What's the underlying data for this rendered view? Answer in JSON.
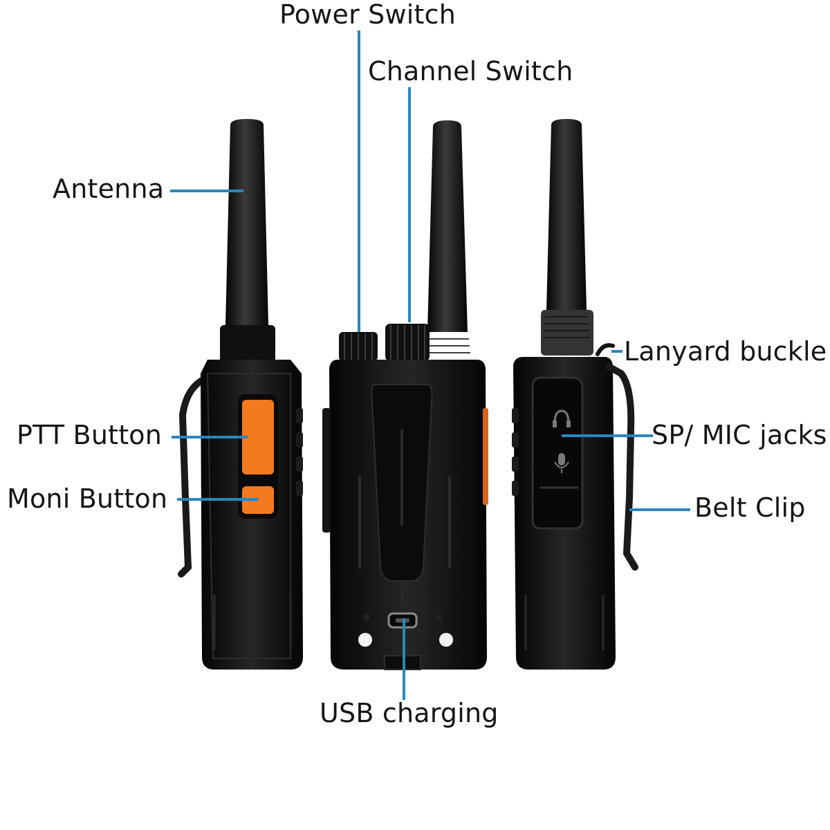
{
  "labels": {
    "power_switch": "Power Switch",
    "channel_switch": "Channel Switch",
    "antenna": "Antenna",
    "lanyard_buckle": "Lanyard buckle",
    "ptt_button": "PTT Button",
    "sp_mic_jacks": "SP/ MIC jacks",
    "moni_button": "Moni Button",
    "belt_clip": "Belt Clip",
    "usb_charging": "USB charging"
  },
  "colors": {
    "leader_line": "#2a86bb",
    "radio_body": "#111111",
    "button_accent": "#f47a20",
    "text": "#151515"
  }
}
